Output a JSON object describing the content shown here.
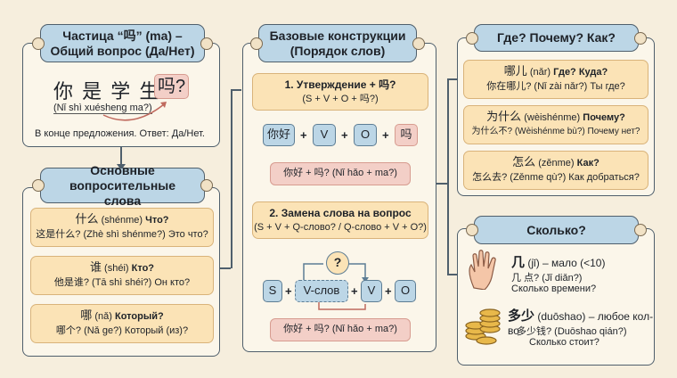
{
  "ma_panel": {
    "title": "Частица “吗” (ma) – Общий вопрос (Да/Нет)",
    "sentence": "你 是 学 生",
    "particle": "吗?",
    "pinyin": "(Nǐ shì xuésheng ma?)",
    "note": "В конце предложения. Ответ: Да/Нет."
  },
  "basic_panel": {
    "title": "Основные вопросительные слова",
    "items": [
      {
        "word": "什么",
        "pinyin": "(shénme)",
        "meaning": "Что?",
        "example": "这是什么? (Zhè shì shénme?) Это что?"
      },
      {
        "word": "谁",
        "pinyin": "(shéi)",
        "meaning": "Кто?",
        "example": "他是谁? (Tā shì shéi?) Он кто?"
      },
      {
        "word": "哪",
        "pinyin": "(nǎ)",
        "meaning": "Который?",
        "example": "哪个? (Nǎ ge?) Который (из)?"
      }
    ]
  },
  "constructions": {
    "title": "Базовые конструкции (Порядок слов)",
    "c1": {
      "title": "1. Утверждение + 吗?",
      "formula": "(S + V + O + 吗?)",
      "blocks": [
        "你好",
        "V",
        "O",
        "吗"
      ],
      "plus": "+",
      "example": "你好 + 吗? (Nǐ hǎo + ma?)"
    },
    "c2": {
      "title": "2. Замена слова на вопрос",
      "formula": "(S + V + Q-слово? / Q-слово + V + O?)",
      "q": "?",
      "blocks": [
        "S",
        "V-слов",
        "V",
        "O"
      ],
      "plus": "+",
      "example": "你好 + 吗? (Nǐ hǎo + ma?)"
    }
  },
  "where_panel": {
    "title": "Где? Почему? Как?",
    "items": [
      {
        "word": "哪儿",
        "pinyin": "(nǎr)",
        "meaning": "Где? Куда?",
        "example": "你在哪儿? (Nǐ zài nǎr?) Ты где?"
      },
      {
        "word": "为什么",
        "pinyin": "(wèishénme)",
        "meaning": "Почему?",
        "example": "为什么不? (Wèishénme bù?) Почему нет?"
      },
      {
        "word": "怎么",
        "pinyin": "(zěnme)",
        "meaning": "Как?",
        "example": "怎么去? (Zěnme qù?) Как добраться?"
      }
    ]
  },
  "howmany_panel": {
    "title": "Сколько?",
    "items": [
      {
        "word": "几",
        "desc": "(jǐ) – мало (<10)",
        "example": "几 点? (Jǐ diǎn?)",
        "translation": "Сколько времени?",
        "icon": "hand-icon"
      },
      {
        "word": "多少",
        "desc": "(duōshao) – любое кол-во",
        "example": "多少钱? (Duōshao qián?)",
        "translation": "Сколько стоит?",
        "icon": "coins-icon"
      }
    ]
  }
}
